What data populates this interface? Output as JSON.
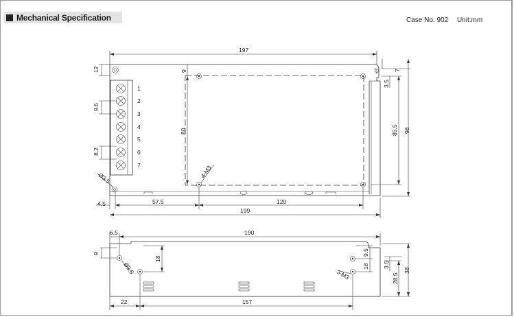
{
  "header": {
    "title": "Mechanical Specification",
    "case_no": "Case No. 902",
    "unit": "Unit:mm"
  },
  "top_view": {
    "terminals": [
      "1",
      "2",
      "3",
      "4",
      "5",
      "6",
      "7"
    ],
    "dims": {
      "width_top": "197",
      "width_bottom": "199",
      "offset_left": "4.5",
      "hole_x1": "57.5",
      "hole_span": "120",
      "left_12": "12",
      "pitch_9_5": "9.5",
      "pitch_8_2": "8.2",
      "hole_dia": "Ø3.5",
      "top_9": "9",
      "inner_80": "80",
      "thread": "4-M3",
      "right_7": "7",
      "right_3_5": "3.5",
      "right_85_5": "85.5",
      "height_98": "98"
    }
  },
  "side_view": {
    "dims": {
      "width_190": "190",
      "left_6_5": "6.5",
      "left_9": "9",
      "hole_dia": "Ø3.5",
      "v_18_left": "18",
      "right_9_5": "9.5",
      "right_18": "18",
      "right_3_5": "3.5",
      "right_28_5": "28.5",
      "height_38": "38",
      "thread": "3-M3",
      "bottom_22": "22",
      "bottom_157": "157"
    }
  }
}
